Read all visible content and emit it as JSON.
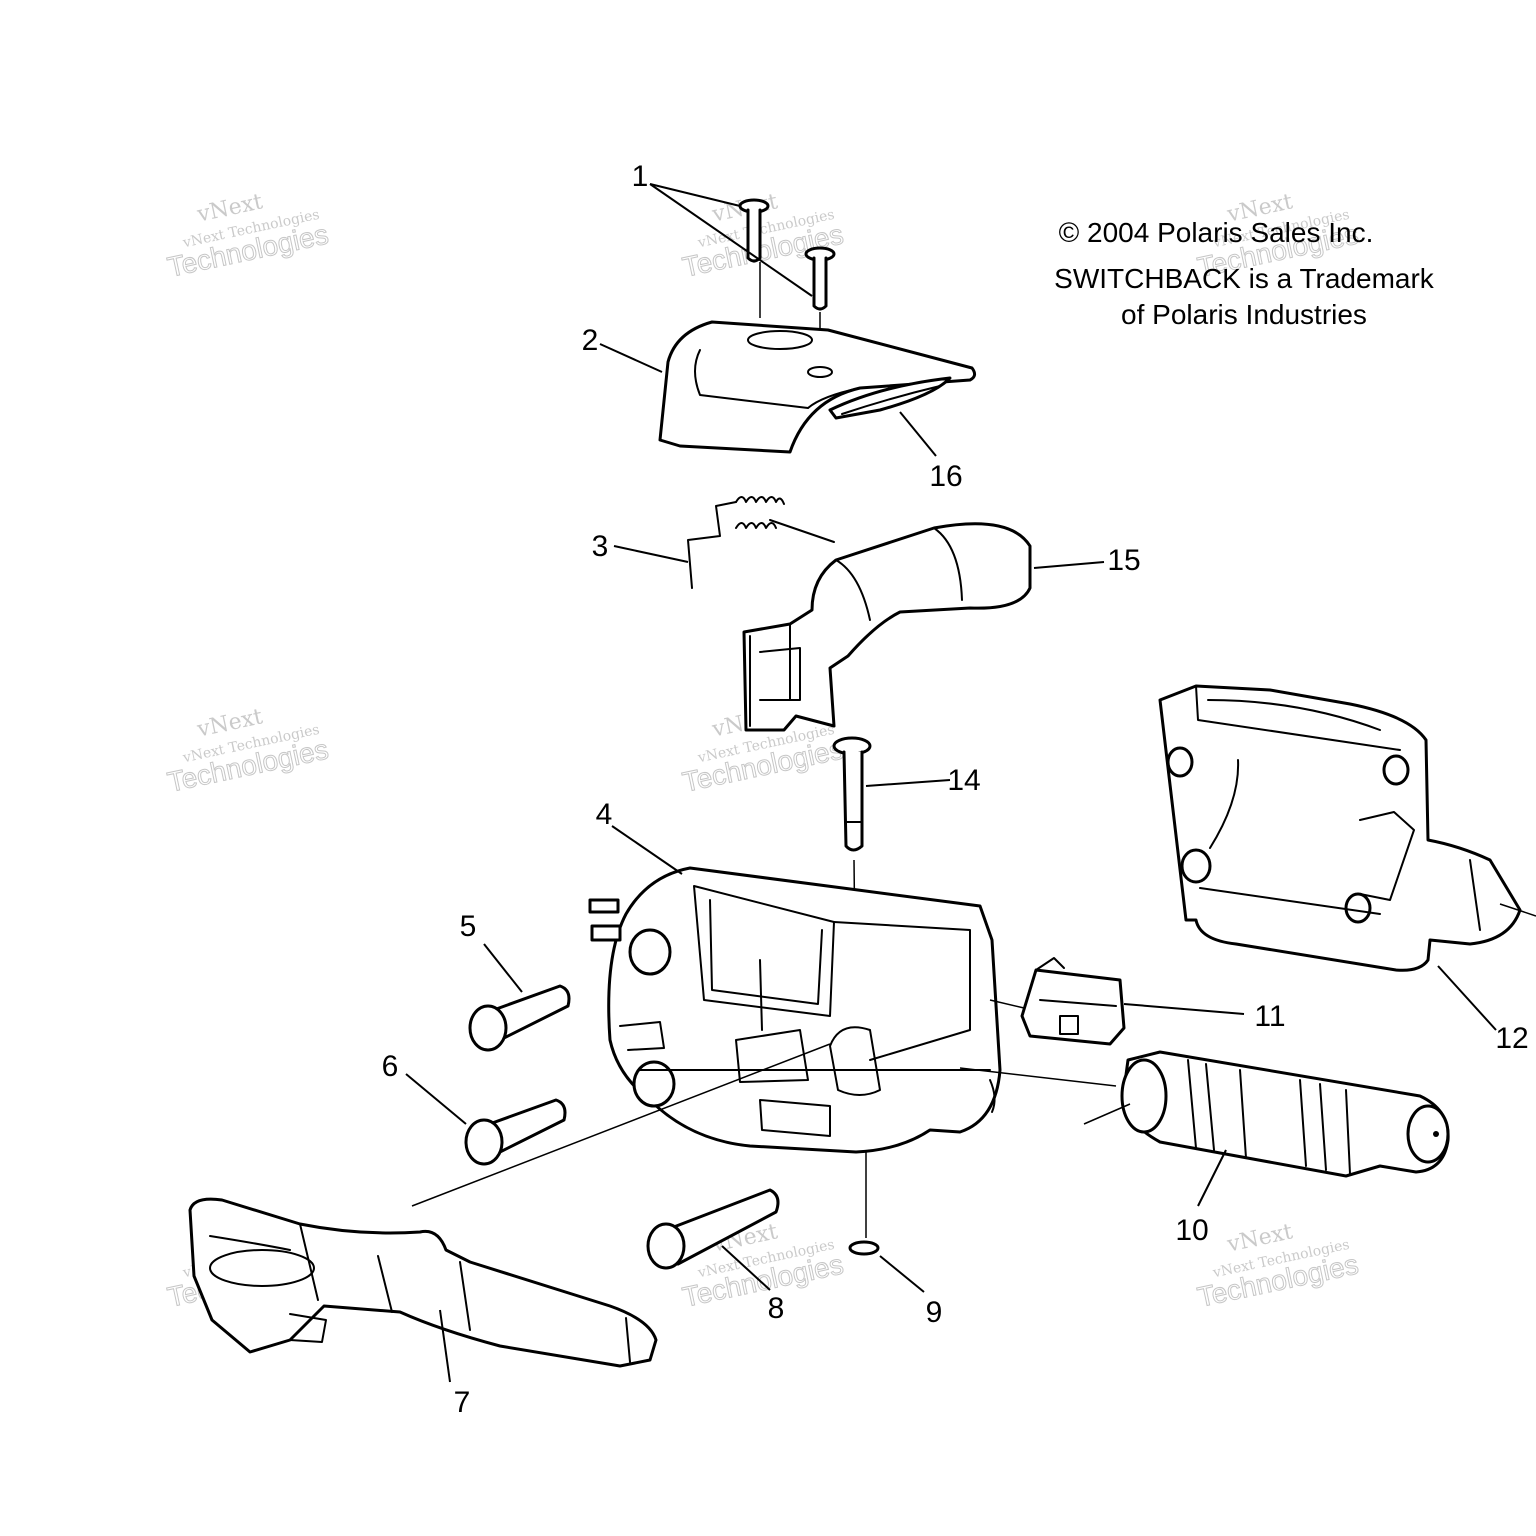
{
  "notice": {
    "copyright": "© 2004 Polaris Sales Inc.",
    "trademark_line1": "SWITCHBACK is a Trademark",
    "trademark_line2": "of Polaris Industries"
  },
  "callouts": [
    "1",
    "2",
    "3",
    "4",
    "5",
    "6",
    "7",
    "8",
    "9",
    "10",
    "11",
    "12",
    "14",
    "15",
    "16"
  ],
  "watermark": {
    "line1": "vNext",
    "line2": "vNext Technologies",
    "line3": "Technologies"
  },
  "colors": {
    "ink": "#000000",
    "paper": "#ffffff",
    "watermark": "#b9b9b9"
  }
}
